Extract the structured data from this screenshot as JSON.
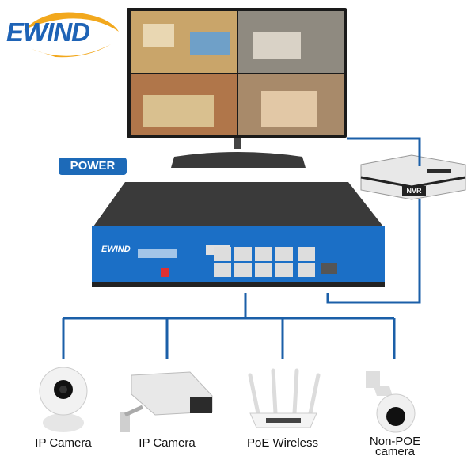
{
  "brand": {
    "logo_text": "EWIND"
  },
  "power_label": "POWER",
  "nvr_label": "NVR",
  "switch_brand": "EWIND",
  "devices": [
    {
      "label": "IP Camera",
      "icon": "dome-camera-icon"
    },
    {
      "label": "IP Camera",
      "icon": "bullet-camera-icon"
    },
    {
      "label": "PoE Wireless",
      "icon": "wireless-router-icon"
    },
    {
      "label": "Non-POE camera",
      "icon": "ptz-camera-icon"
    }
  ],
  "colors": {
    "brand_blue": "#1e63b6",
    "logo_swoosh": "#f2a81d",
    "cable": "#1b5fa8",
    "switch_front": "#1b6fc6",
    "switch_body": "#2b2b2b"
  }
}
